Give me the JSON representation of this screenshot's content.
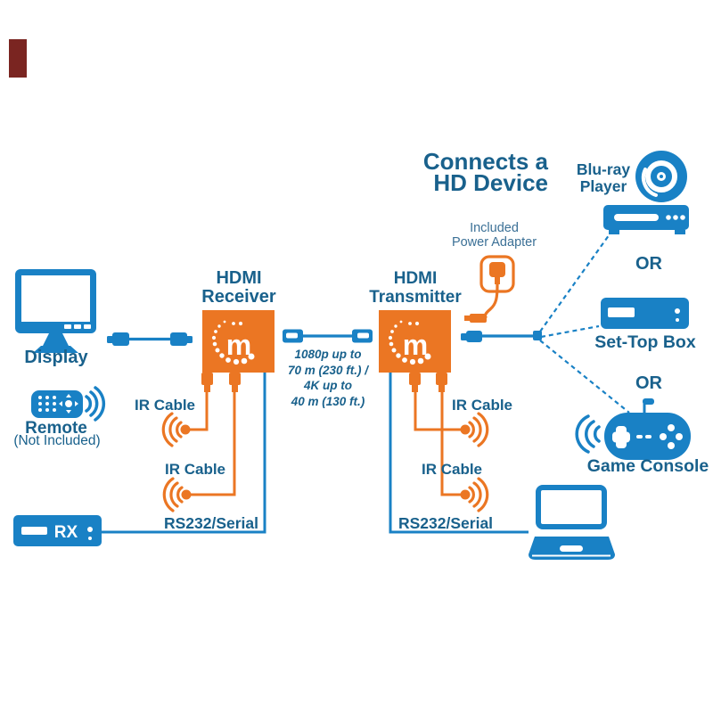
{
  "colors": {
    "orange": "#EB7623",
    "blue": "#1981C5",
    "text_blue": "#19618C",
    "corner_mark": "#7A2521"
  },
  "title": {
    "line1": "Connects a",
    "line2": "HD Device"
  },
  "right_column": {
    "bluray_label_1": "Blu-ray",
    "bluray_label_2": "Player",
    "or_1": "OR",
    "settop_label": "Set-Top Box",
    "or_2": "OR",
    "game_label": "Game Console"
  },
  "power_adapter": {
    "line1": "Included",
    "line2": "Power Adapter"
  },
  "receiver": {
    "title_1": "HDMI",
    "title_2": "Receiver",
    "logo": "m",
    "ir_cable_1": "IR Cable",
    "ir_cable_2": "IR Cable",
    "serial": "RS232/Serial"
  },
  "transmitter": {
    "title_1": "HDMI",
    "title_2": "Transmitter",
    "logo": "m",
    "ir_cable_1": "IR Cable",
    "ir_cable_2": "IR Cable",
    "serial": "RS232/Serial"
  },
  "link_note": {
    "line1": "1080p up to",
    "line2": "70 m (230 ft.) /",
    "line3": "4K up to",
    "line4": "40 m (130 ft.)"
  },
  "left_column": {
    "display_label": "Display",
    "remote_label": "Remote",
    "remote_note": "(Not Included)",
    "rx_label": "RX"
  }
}
